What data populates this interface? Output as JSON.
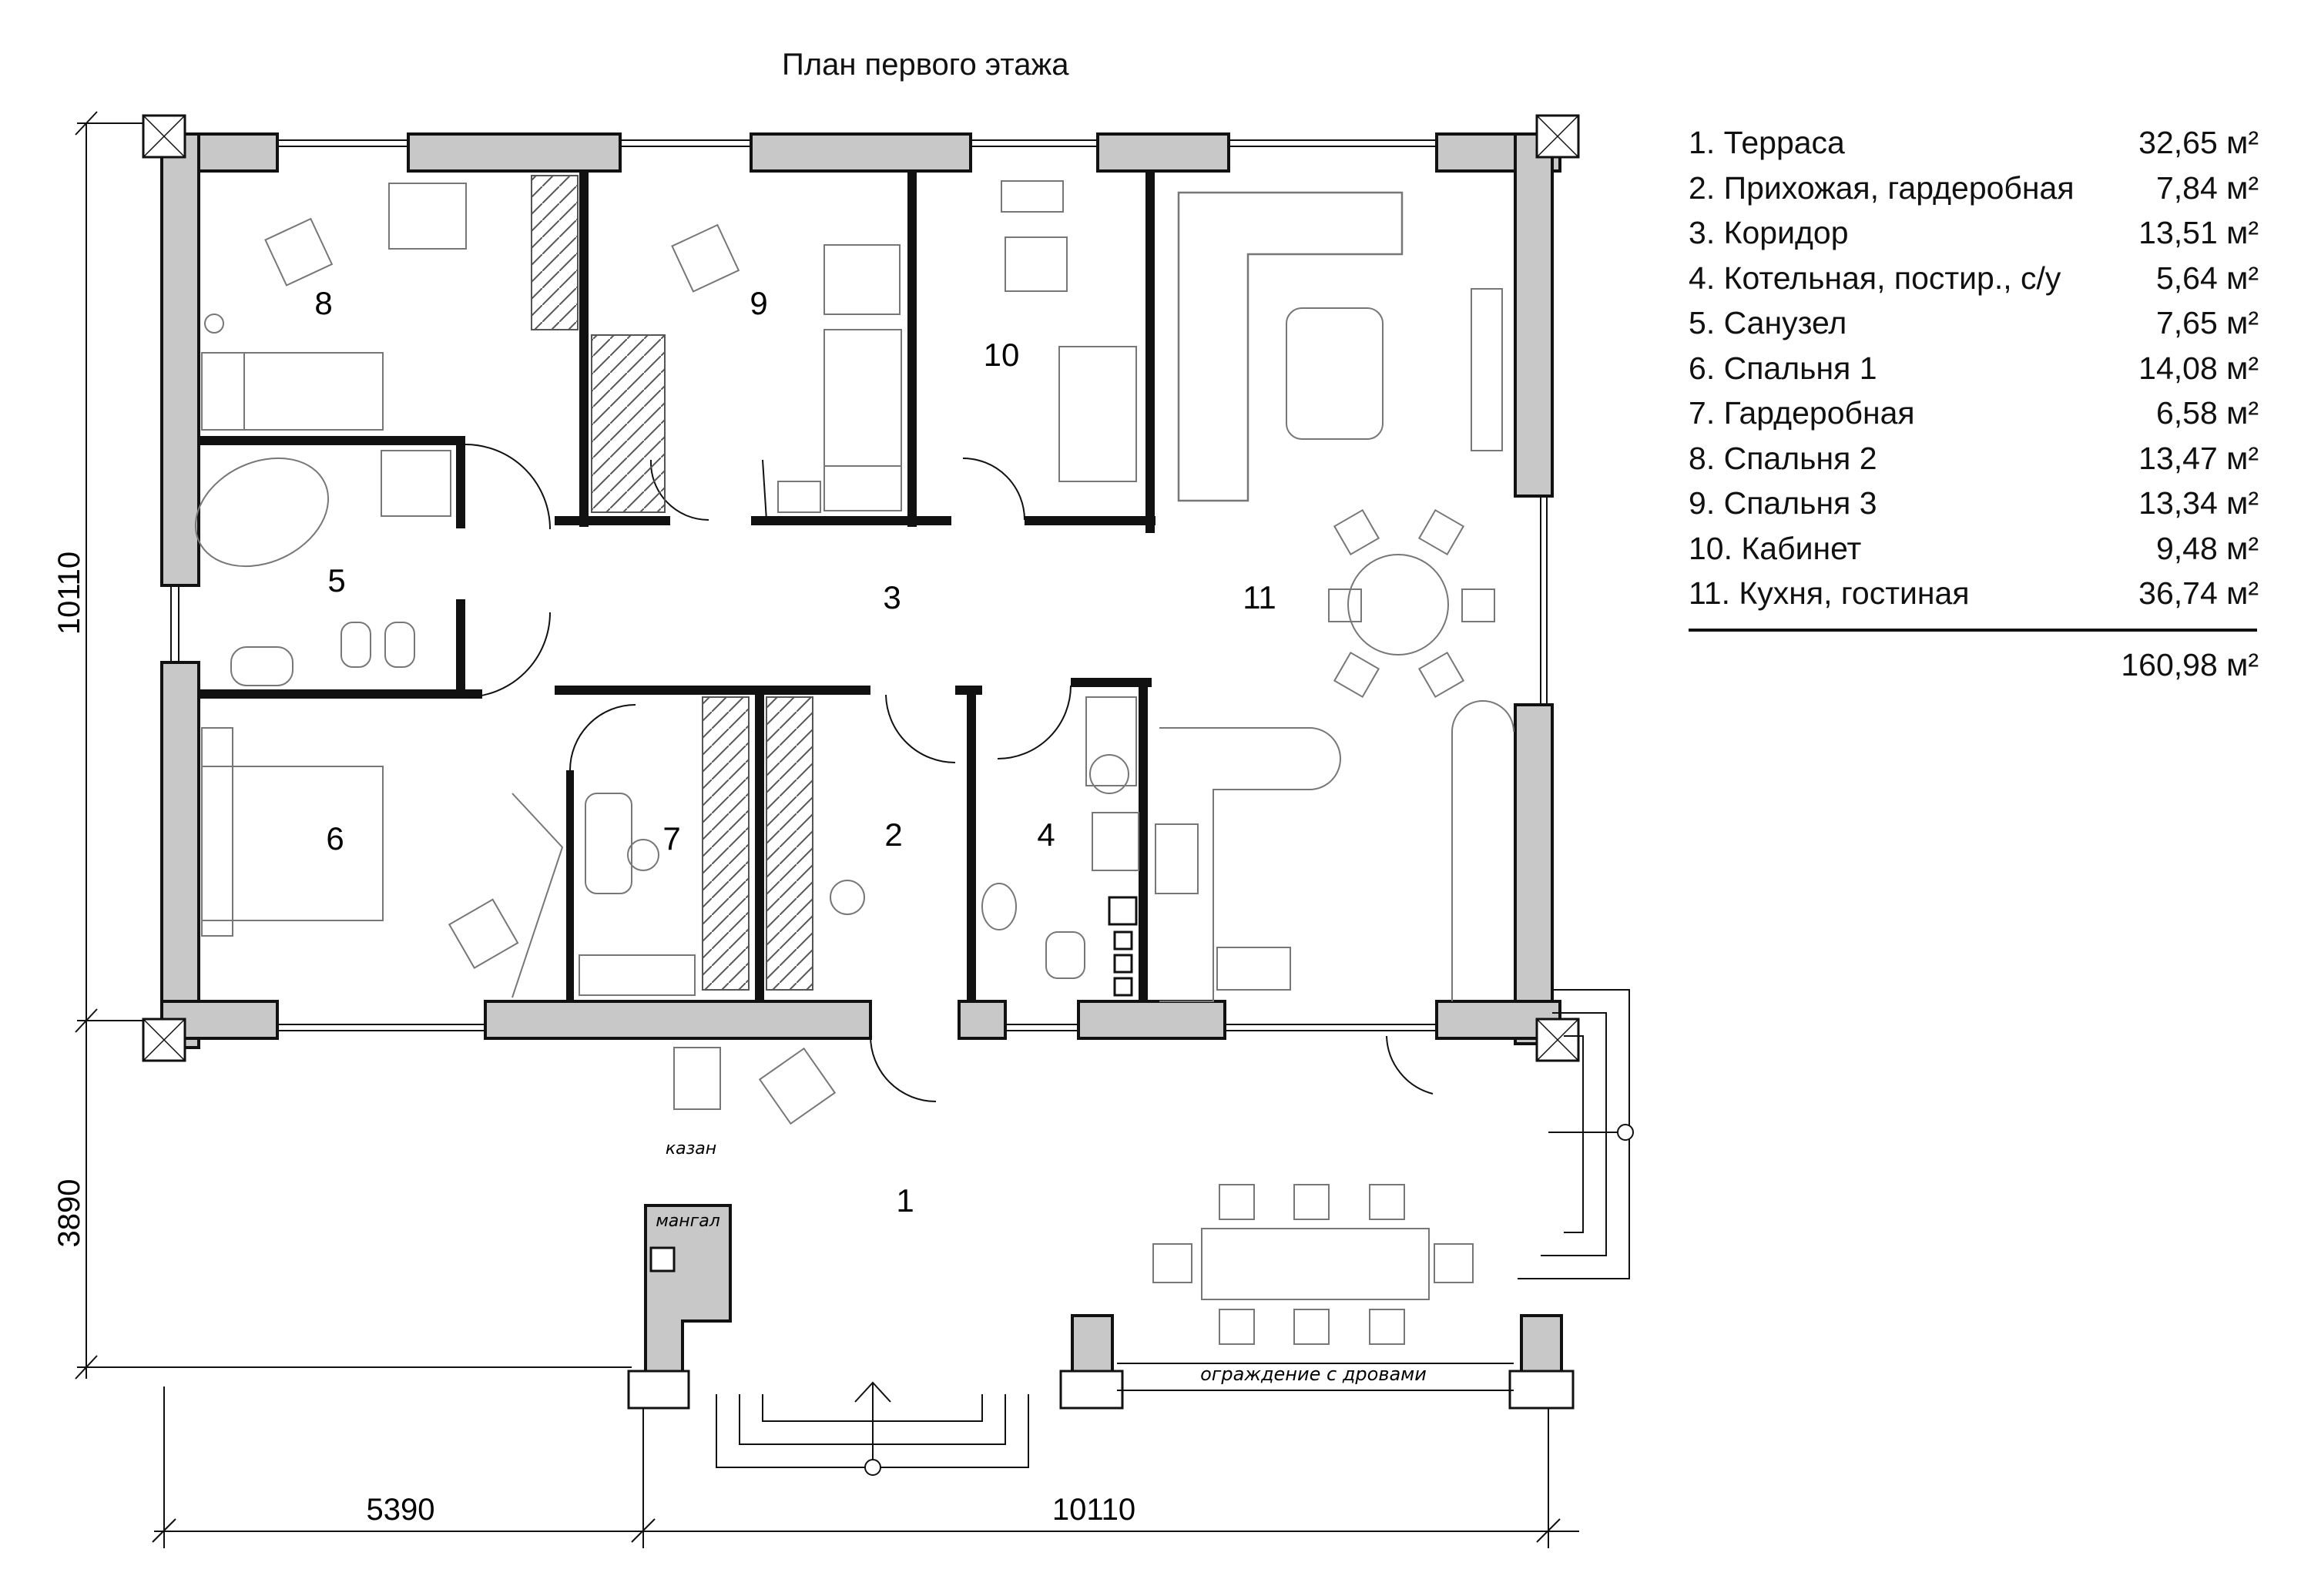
{
  "title": "План первого этажа",
  "rooms": [
    {
      "num": "1",
      "name": "Терраса",
      "area": "32,65 м²"
    },
    {
      "num": "2",
      "name": "Прихожая, гардеробная",
      "area": "7,84 м²"
    },
    {
      "num": "3",
      "name": "Коридор",
      "area": "13,51 м²"
    },
    {
      "num": "4",
      "name": "Котельная, постир., с/у",
      "area": "5,64 м²"
    },
    {
      "num": "5",
      "name": "Санузел",
      "area": "7,65 м²"
    },
    {
      "num": "6",
      "name": "Спальня 1",
      "area": "14,08 м²"
    },
    {
      "num": "7",
      "name": "Гардеробная",
      "area": "6,58 м²"
    },
    {
      "num": "8",
      "name": "Спальня 2",
      "area": "13,47 м²"
    },
    {
      "num": "9",
      "name": "Спальня 3",
      "area": "13,34 м²"
    },
    {
      "num": "10",
      "name": "Кабинет",
      "area": "9,48 м²"
    },
    {
      "num": "11",
      "name": "Кухня, гостиная",
      "area": "36,74 м²"
    }
  ],
  "total_area": "160,98 м²",
  "dimensions": {
    "left_upper": "10110",
    "left_lower": "3890",
    "bottom_left": "5390",
    "bottom_right": "10110"
  },
  "annotations": {
    "kazan": "казан",
    "mangal": "мангал",
    "fence": "ограждение с дровами"
  },
  "colors": {
    "wall_fill": "#c8c8c8",
    "line": "#111111",
    "furniture": "#777777"
  }
}
